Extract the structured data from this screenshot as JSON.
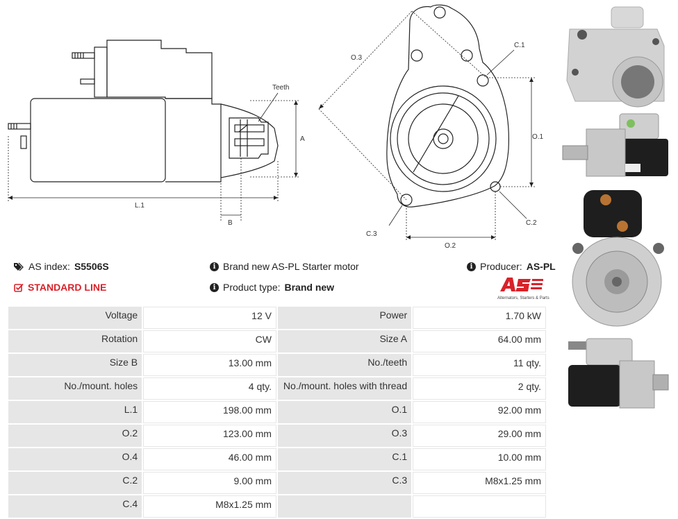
{
  "diagram": {
    "labels": {
      "teeth": "Teeth",
      "a": "A",
      "b": "B",
      "l1": "L.1",
      "o1": "O.1",
      "o2": "O.2",
      "o3": "O.3",
      "c1": "C.1",
      "c2": "C.2",
      "c3": "C.3"
    }
  },
  "info": {
    "as_index_label": "AS index:",
    "as_index_value": "S5506S",
    "standard_line": "STANDARD LINE",
    "description": "Brand new AS-PL Starter motor",
    "product_type_label": "Product type:",
    "product_type_value": "Brand new",
    "producer_label": "Producer:",
    "producer_value": "AS-PL",
    "logo_tagline": "Alternators, Starters & Parts"
  },
  "specs": [
    [
      {
        "label": "Voltage",
        "value": "12 V"
      },
      {
        "label": "Power",
        "value": "1.70 kW"
      }
    ],
    [
      {
        "label": "Rotation",
        "value": "CW"
      },
      {
        "label": "Size A",
        "value": "64.00 mm"
      }
    ],
    [
      {
        "label": "Size B",
        "value": "13.00 mm"
      },
      {
        "label": "No./teeth",
        "value": "11 qty."
      }
    ],
    [
      {
        "label": "No./mount. holes",
        "value": "4 qty."
      },
      {
        "label": "No./mount. holes with thread",
        "value": "2 qty."
      }
    ],
    [
      {
        "label": "L.1",
        "value": "198.00 mm"
      },
      {
        "label": "O.1",
        "value": "92.00 mm"
      }
    ],
    [
      {
        "label": "O.2",
        "value": "123.00 mm"
      },
      {
        "label": "O.3",
        "value": "29.00 mm"
      }
    ],
    [
      {
        "label": "O.4",
        "value": "46.00 mm"
      },
      {
        "label": "C.1",
        "value": "10.00 mm"
      }
    ],
    [
      {
        "label": "C.2",
        "value": "9.00 mm"
      },
      {
        "label": "C.3",
        "value": "M8x1.25 mm"
      }
    ],
    [
      {
        "label": "C.4",
        "value": "M8x1.25 mm"
      },
      {
        "label": "",
        "value": ""
      }
    ]
  ],
  "colors": {
    "accent": "#d9222a",
    "table_label_bg": "#e6e6e6",
    "photo_black": "#1e1e1e",
    "photo_silver": "#c8c8c8"
  }
}
